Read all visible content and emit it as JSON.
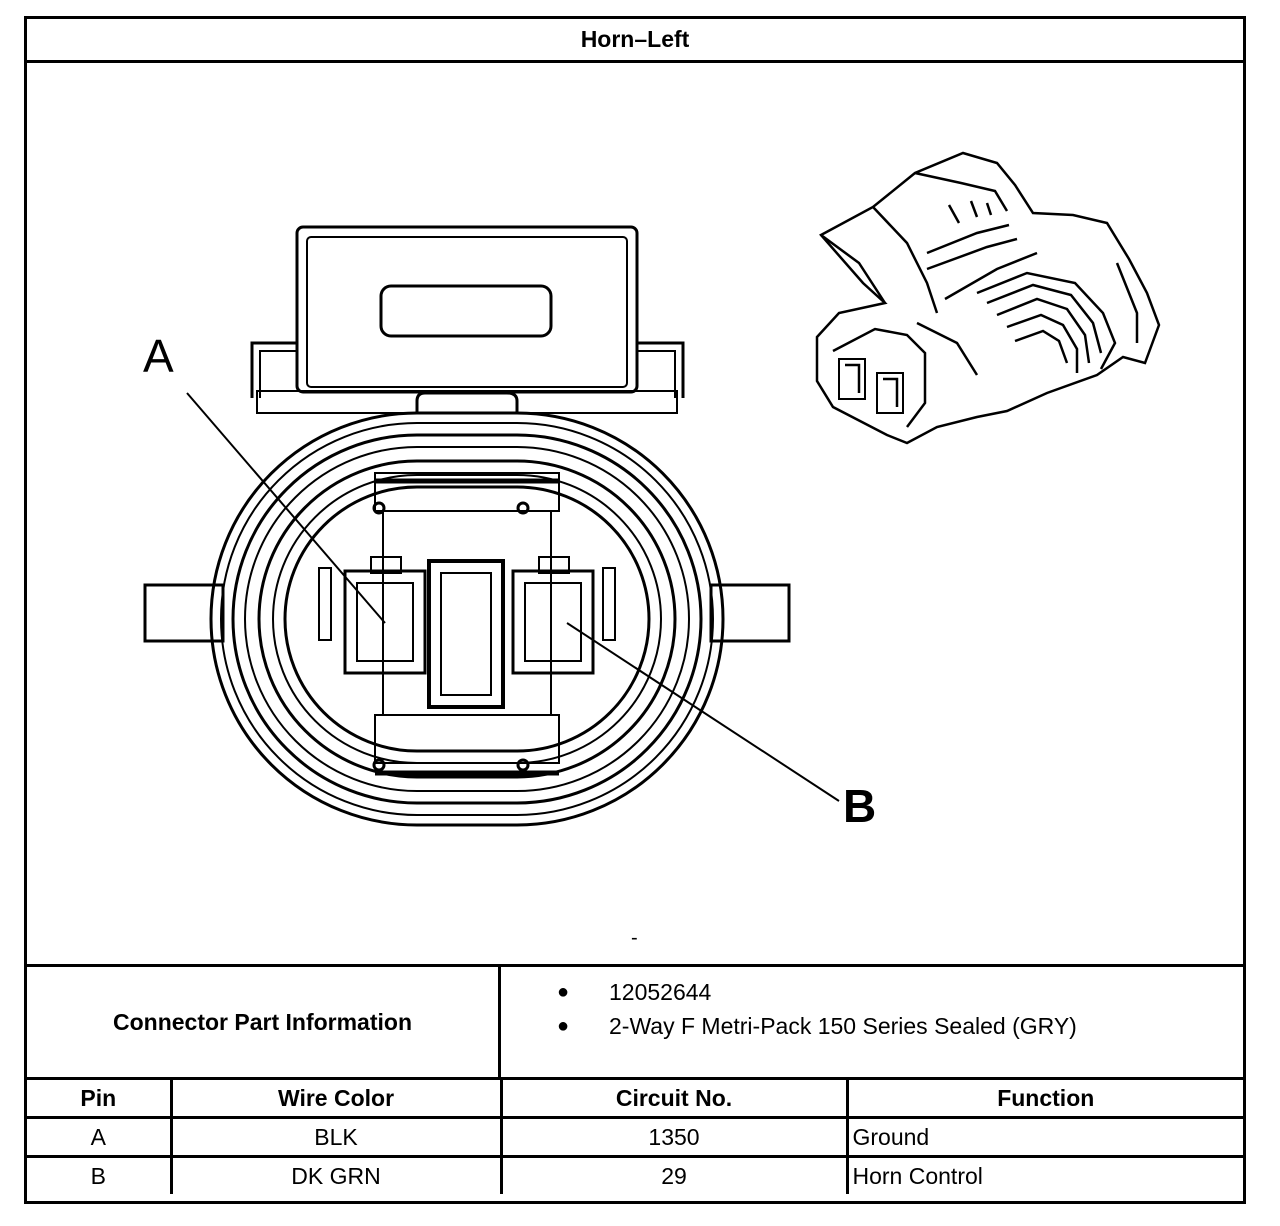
{
  "title": "Horn–Left",
  "diagram": {
    "callouts": [
      "A",
      "B"
    ],
    "footnote": "-"
  },
  "connector_info": {
    "label": "Connector Part Information",
    "items": [
      "12052644",
      "2-Way F Metri-Pack 150 Series Sealed (GRY)"
    ],
    "bullet": "●"
  },
  "pin_table": {
    "headers": [
      "Pin",
      "Wire Color",
      "Circuit No.",
      "Function"
    ],
    "rows": [
      {
        "pin": "A",
        "wire_color": "BLK",
        "circuit": "1350",
        "function": "Ground"
      },
      {
        "pin": "B",
        "wire_color": "DK GRN",
        "circuit": "29",
        "function": "Horn Control"
      }
    ]
  }
}
